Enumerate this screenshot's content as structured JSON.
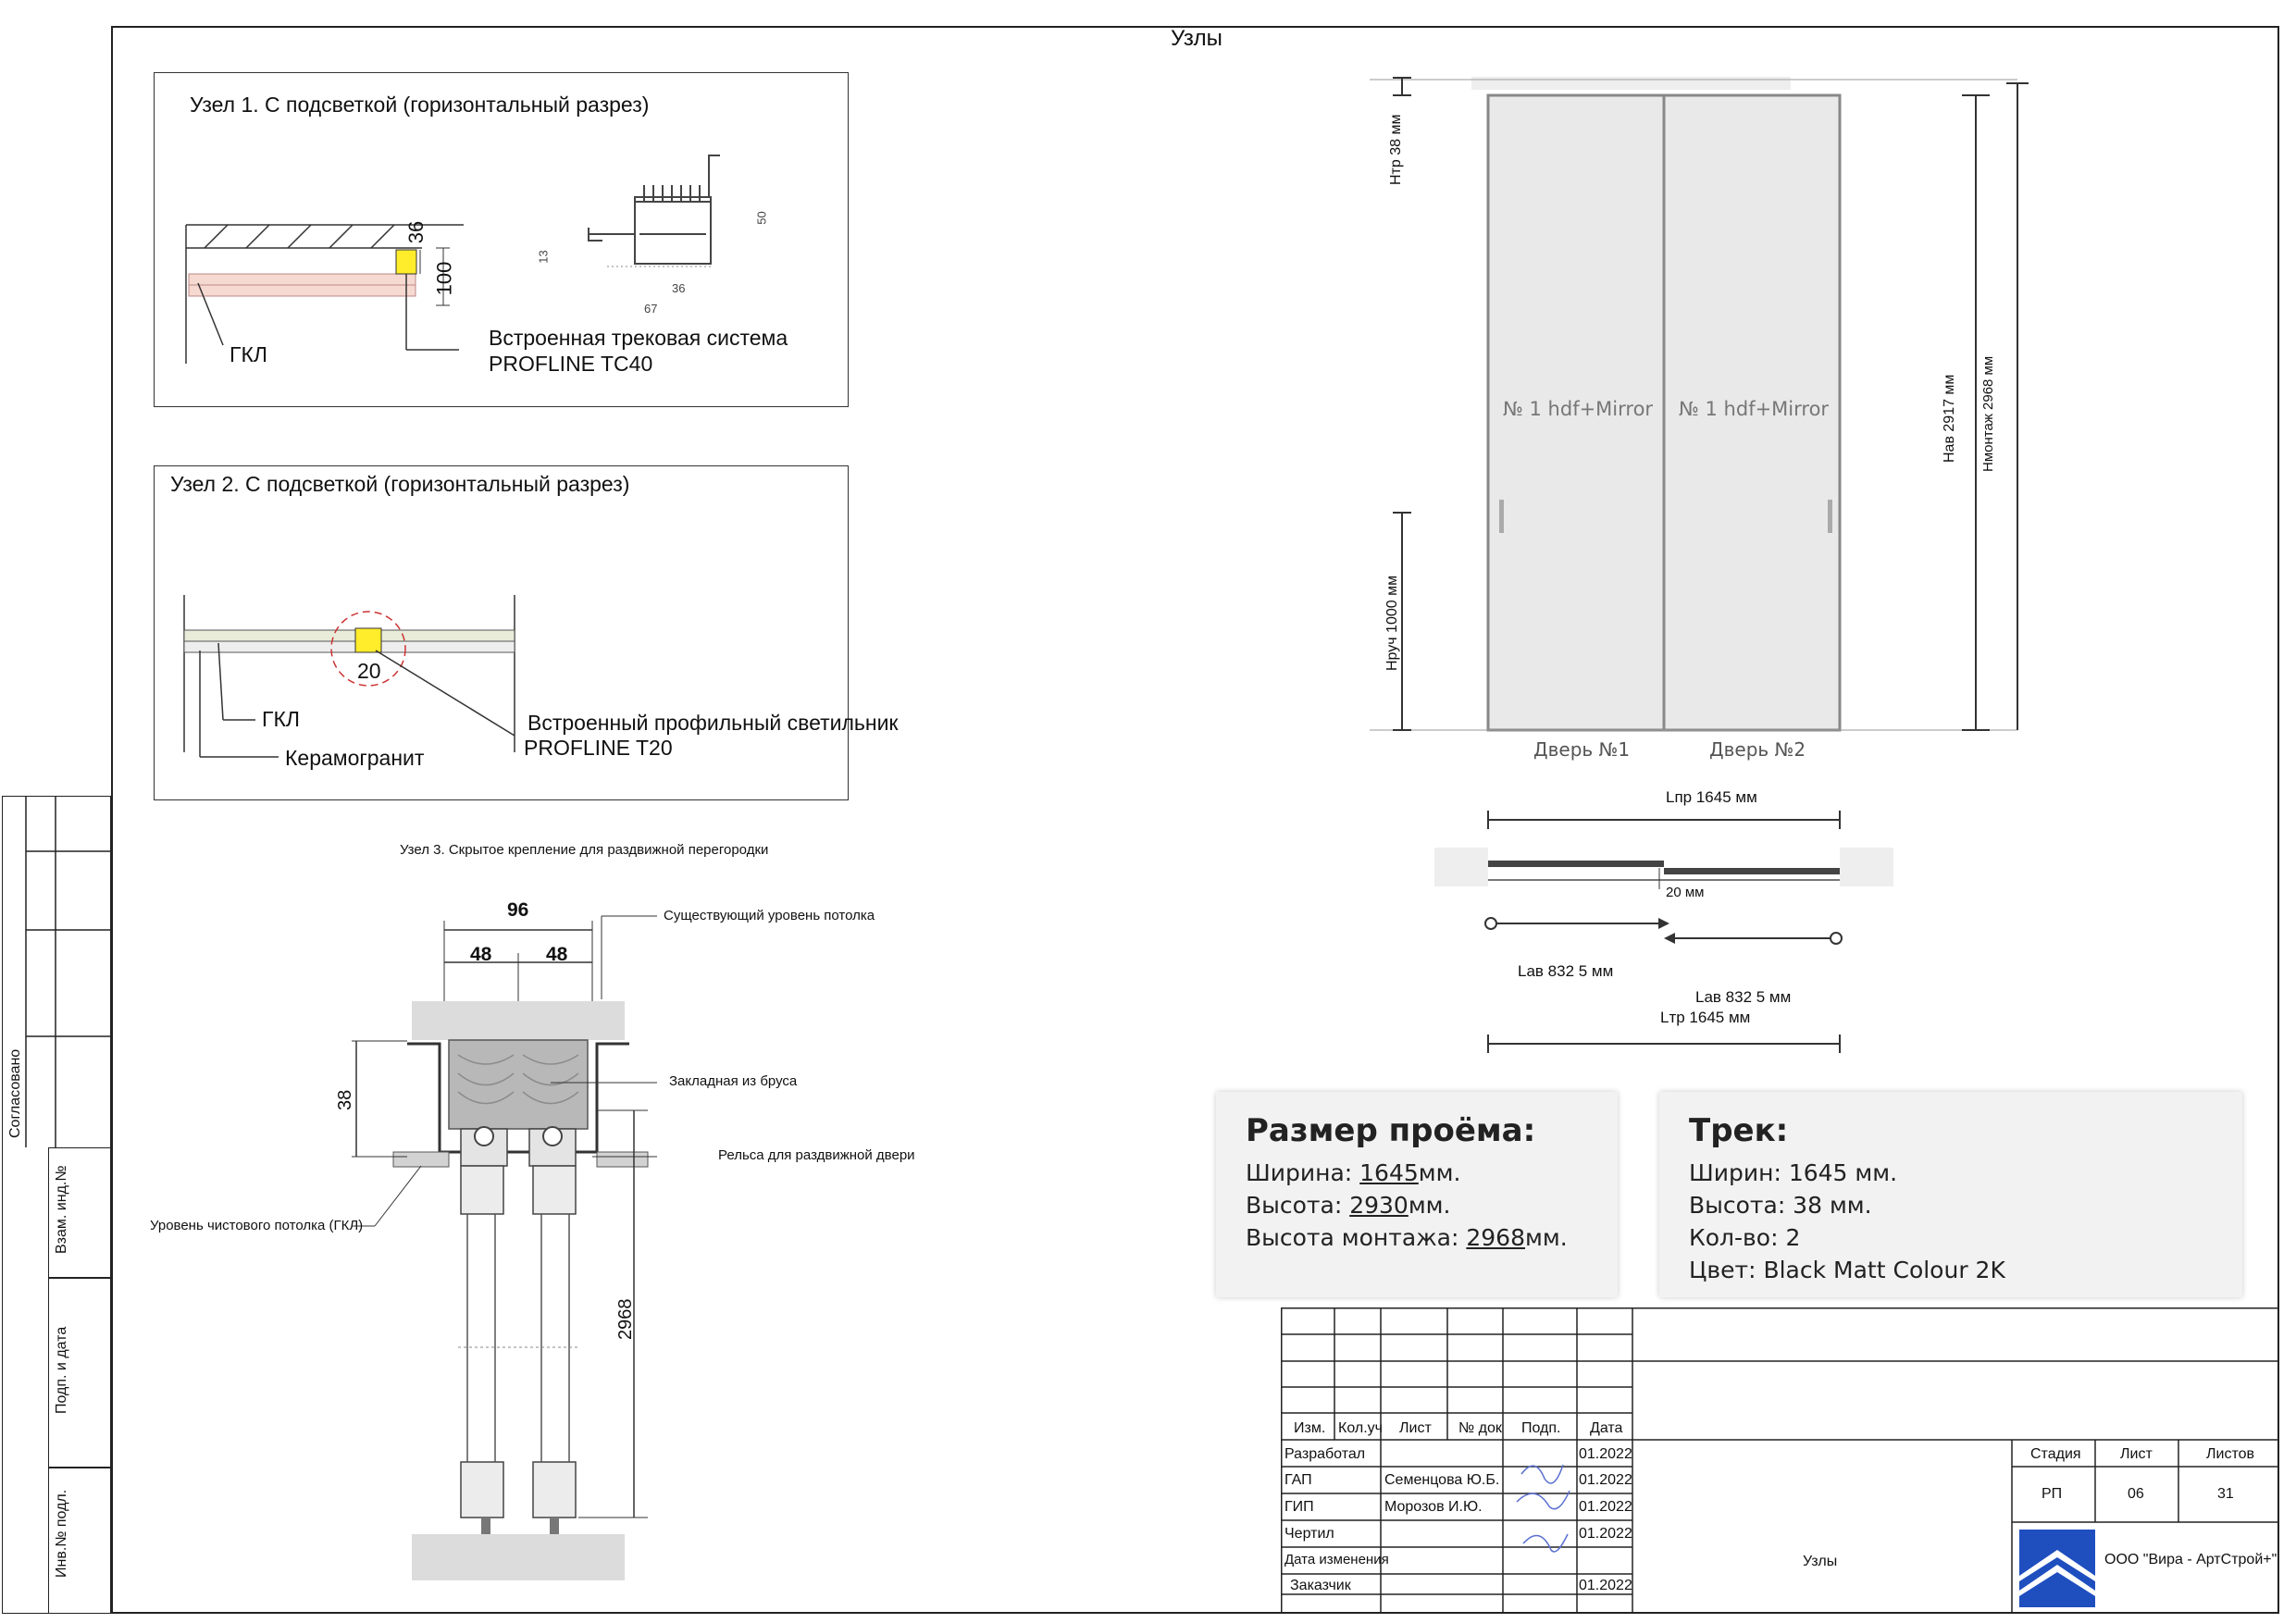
{
  "sheet_title": "Узлы",
  "node1": {
    "title": "Узел 1. С подсветкой (горизонтальный разрез)",
    "label_gkl": "ГКЛ",
    "label_system_1": "Встроенная трековая система",
    "label_system_2": "PROFLINE TC40",
    "dim_36": "36",
    "dim_100": "100",
    "profile_dims": {
      "d13": "13",
      "d36": "36",
      "d67": "67",
      "d50": "50"
    }
  },
  "node2": {
    "title": "Узел 2. С подсветкой (горизонтальный разрез)",
    "dim_20": "20",
    "label_gkl": "ГКЛ",
    "label_ceramic": "Керамогранит",
    "label_lamp_1": "Встроенный профильный светильник",
    "label_lamp_2": "PROFLINE T20"
  },
  "node3": {
    "title": "Узел 3. Скрытое крепление для раздвижной перегородки",
    "dim_96": "96",
    "dim_48a": "48",
    "dim_48b": "48",
    "dim_38": "38",
    "dim_2968": "2968",
    "label_ceiling": "Существующий уровень потолка",
    "label_beam": "Закладная из бруса",
    "label_rail": "Рельса для раздвижной двери",
    "label_clean_ceiling": "Уровень чистового потолка (ГКЛ)"
  },
  "door": {
    "panel1": "№ 1 hdf+Mirror",
    "panel2": "№ 1 hdf+Mirror",
    "door1": "Дверь №1",
    "door2": "Дверь №2",
    "h_tr": "Нтр 38 мм",
    "h_ruch": "Нруч 1000 мм",
    "h_ab": "Нав 2917 мм",
    "h_mont": "Нмонтаж 2968 мм",
    "l_pr": "Lпр 1645 мм",
    "gap": "20 мм",
    "l_ab1": "Lав 832 5 мм",
    "l_ab2": "Lав 832 5 мм",
    "l_tr": "Lтр 1645 мм"
  },
  "opening_card": {
    "title": "Размер проёма:",
    "width_label": "Ширина: ",
    "width_value": "1645",
    "width_unit": "мм.",
    "height_label": "Высота: ",
    "height_value": "2930",
    "height_unit": "мм.",
    "mount_label": "Высота монтажа: ",
    "mount_value": "2968",
    "mount_unit": "мм."
  },
  "track_card": {
    "title": "Трек:",
    "width": "Ширин: 1645 мм.",
    "height": "Высота: 38 мм.",
    "count": "Кол-во: 2",
    "color": "Цвет: Black Matt Colour 2K"
  },
  "side": {
    "agreed": "Согласовано",
    "inv_vzam": "Взам. инд.№",
    "sign_date": "Подп. и дата",
    "inv_podl": "Инв.№ подл."
  },
  "stamp": {
    "headers": [
      "Изм.",
      "Кол.уч",
      "Лист",
      "№ док",
      "Подп.",
      "Дата"
    ],
    "rows": [
      {
        "role": "Разработал",
        "name": "",
        "date": "01.2022"
      },
      {
        "role": "ГАП",
        "name": "Семенцова Ю.Б.",
        "date": "01.2022"
      },
      {
        "role": "ГИП",
        "name": "Морозов И.Ю.",
        "date": "01.2022"
      },
      {
        "role": "Чертил",
        "name": "",
        "date": "01.2022"
      },
      {
        "role": "Дата изменения",
        "name": "",
        "date": ""
      },
      {
        "role": "Заказчик",
        "name": "",
        "date": "01.2022"
      }
    ],
    "stage_label": "Стадия",
    "sheet_label": "Лист",
    "sheets_label": "Листов",
    "stage_value": "РП",
    "sheet_value": "06",
    "sheets_value": "31",
    "doc_name": "Узлы",
    "company": "ООО \"Вира - АртСтрой+\""
  }
}
